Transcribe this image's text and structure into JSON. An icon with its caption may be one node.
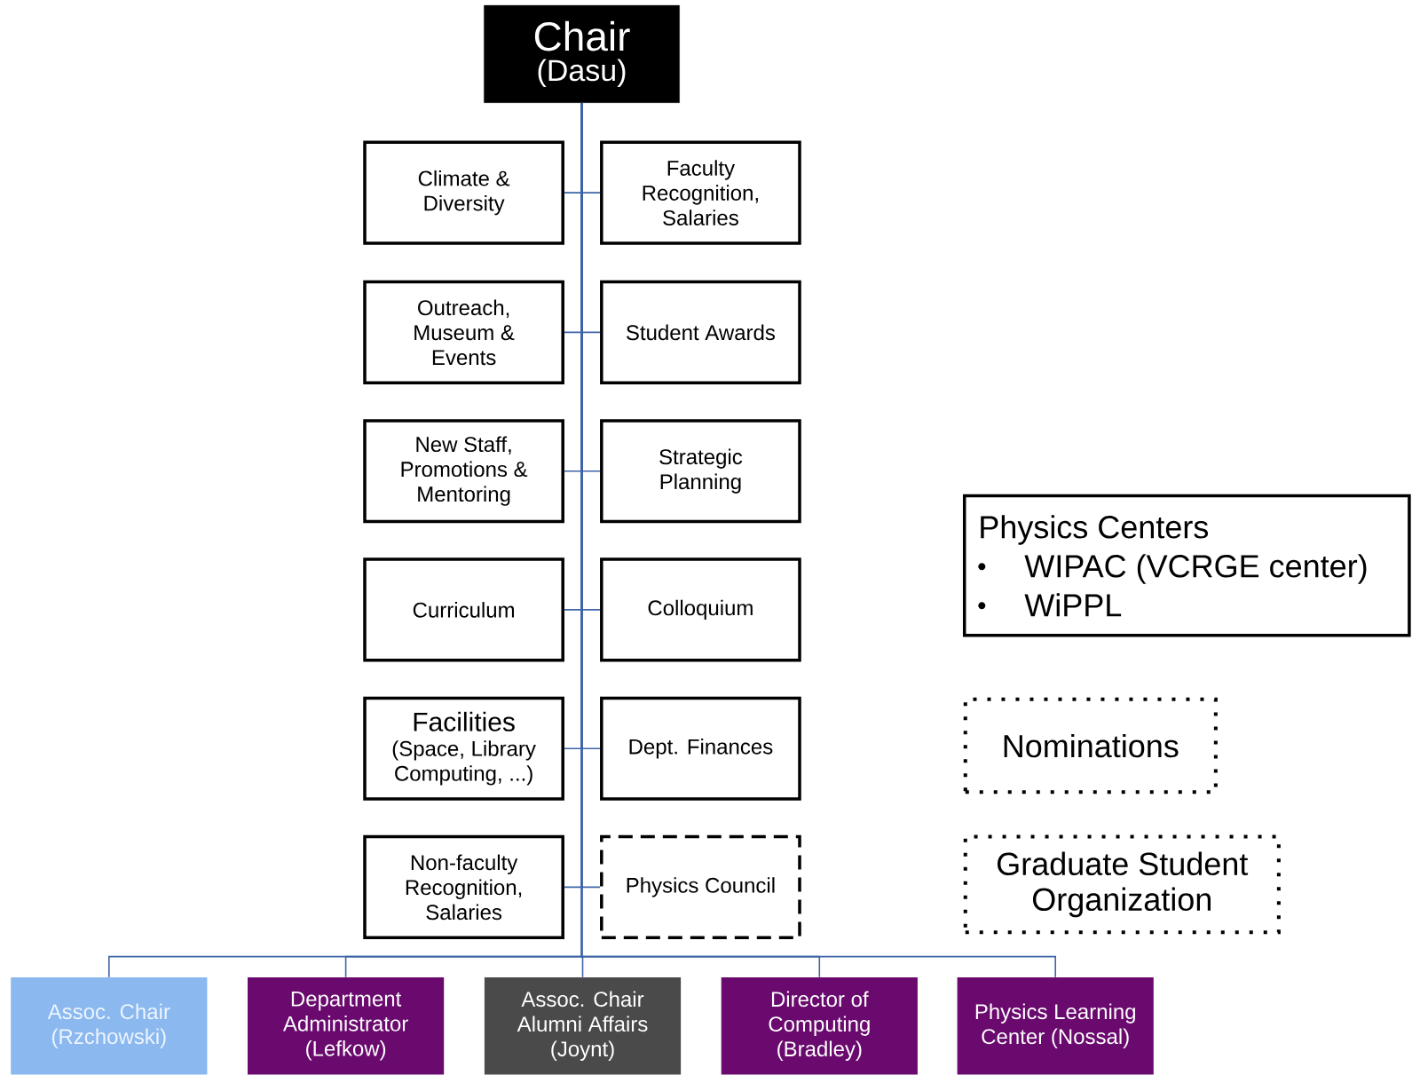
{
  "diagram": {
    "nodes": [
      {
        "text": [
          "Chair",
          "(Dasu)"
        ]
      },
      {
        "text": [
          "Climate & Diversity"
        ]
      },
      {
        "text": [
          "Faculty Recognition, Salaries"
        ]
      },
      {
        "text": [
          "Outreach, Museum & Events"
        ]
      },
      {
        "text": [
          "Student Awards"
        ]
      },
      {
        "text": [
          "New Staff, Promotions & Mentoring"
        ]
      },
      {
        "text": [
          "Strategic Planning"
        ]
      },
      {
        "text": [
          "Curriculum"
        ]
      },
      {
        "text": [
          "Colloquium"
        ]
      },
      {
        "text": [
          "Facilities",
          "(Space, Library Computing, ...)"
        ]
      },
      {
        "text": [
          "Dept. Finances"
        ]
      },
      {
        "text": [
          "Non-faculty Recognition, Salaries"
        ]
      },
      {
        "text": [
          "Physics Council"
        ]
      },
      {
        "text": [
          "Physics Centers",
          "WIPAC (VCRGE center)",
          "WiPPL"
        ]
      },
      {
        "text": [
          "Nominations"
        ]
      },
      {
        "text": [
          "Graduate Student Organization"
        ]
      },
      {
        "text": [
          "Assoc. Chair (Rzchowski)"
        ]
      },
      {
        "text": [
          "Department Administrator (Lefkow)"
        ]
      },
      {
        "text": [
          "Assoc. Chair Alumni Affairs (Joynt)"
        ]
      },
      {
        "text": [
          "Director of Computing (Bradley)"
        ]
      },
      {
        "text": [
          "Physics Learning Center (Nossal)"
        ]
      }
    ],
    "edges": [
      {
        "from": 0,
        "to": 1,
        "arrow": "none"
      },
      {
        "from": 0,
        "to": 2,
        "arrow": "none"
      },
      {
        "from": 0,
        "to": 3,
        "arrow": "none"
      },
      {
        "from": 0,
        "to": 4,
        "arrow": "none"
      },
      {
        "from": 0,
        "to": 5,
        "arrow": "none"
      },
      {
        "from": 0,
        "to": 6,
        "arrow": "none"
      },
      {
        "from": 0,
        "to": 7,
        "arrow": "none"
      },
      {
        "from": 0,
        "to": 8,
        "arrow": "none"
      },
      {
        "from": 0,
        "to": 9,
        "arrow": "none"
      },
      {
        "from": 0,
        "to": 10,
        "arrow": "none"
      },
      {
        "from": 0,
        "to": 11,
        "arrow": "none"
      },
      {
        "from": 0,
        "to": 12,
        "arrow": "none"
      },
      {
        "from": 0,
        "to": 16,
        "arrow": "none"
      },
      {
        "from": 0,
        "to": 17,
        "arrow": "none"
      },
      {
        "from": 0,
        "to": 18,
        "arrow": "none"
      },
      {
        "from": 0,
        "to": 19,
        "arrow": "none"
      },
      {
        "from": 0,
        "to": 20,
        "arrow": "none"
      }
    ]
  }
}
